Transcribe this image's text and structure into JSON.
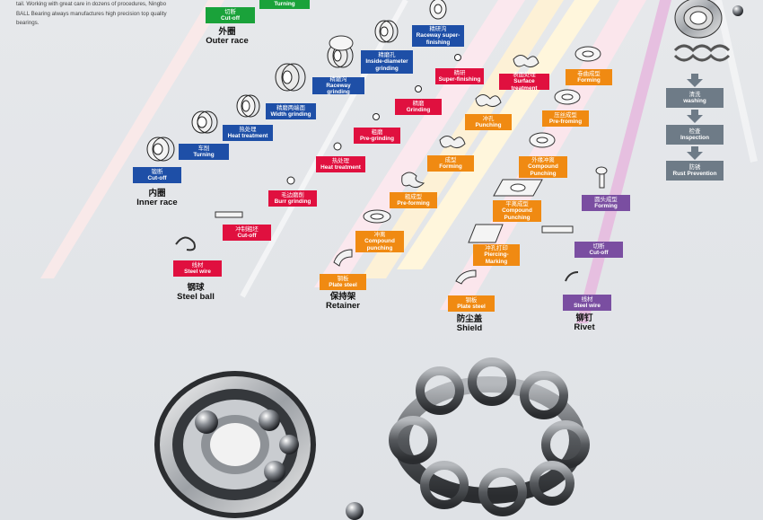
{
  "intro_lines": [
    "tail. Working with great care in dozens of procedures, Ningbo",
    "BALL Bearing always manufactures high precision top quality",
    "bearings."
  ],
  "outer_race": {
    "title_zh": "外圈",
    "title_en": "Outer race",
    "steps": [
      {
        "zh": "切断",
        "en": "Cut-off",
        "color": "green"
      },
      {
        "zh": "",
        "en": "Turning",
        "color": "green"
      }
    ]
  },
  "inner_race": {
    "title_zh": "内圈",
    "title_en": "Inner race",
    "steps": [
      {
        "zh": "锻断",
        "en": "Cut-off",
        "color": "blue"
      },
      {
        "zh": "车削",
        "en": "Turning",
        "color": "blue"
      },
      {
        "zh": "热处理",
        "en": "Heat treatment",
        "color": "blue"
      },
      {
        "zh": "精磨两端面",
        "en": "Width grinding",
        "color": "blue"
      },
      {
        "zh": "精磨沟",
        "en": "Raceway grinding",
        "color": "blue"
      },
      {
        "zh": "精磨孔",
        "en": "Inside-diameter grinding",
        "color": "blue"
      },
      {
        "zh": "精研沟",
        "en": "Raceway super-finishing",
        "color": "blue"
      }
    ]
  },
  "steel_ball": {
    "title_zh": "钢球",
    "title_en": "Steel ball",
    "steps": [
      {
        "zh": "线材",
        "en": "Steel wire",
        "color": "red"
      },
      {
        "zh": "冲制粗坯",
        "en": "Cut-off",
        "color": "red"
      },
      {
        "zh": "毛边磨削",
        "en": "Burr grinding",
        "color": "red"
      },
      {
        "zh": "热处理",
        "en": "Heat treatment",
        "color": "red"
      },
      {
        "zh": "粗磨",
        "en": "Pre-grinding",
        "color": "red"
      },
      {
        "zh": "精磨",
        "en": "Grinding",
        "color": "red"
      },
      {
        "zh": "精研",
        "en": "Super-finishing",
        "color": "red"
      }
    ]
  },
  "retainer": {
    "title_zh": "保持架",
    "title_en": "Retainer",
    "steps": [
      {
        "zh": "钢板",
        "en": "Plate steel",
        "color": "orange"
      },
      {
        "zh": "冲离",
        "en": "Compound punching",
        "color": "orange"
      },
      {
        "zh": "粗成型",
        "en": "Pre-forming",
        "color": "orange"
      },
      {
        "zh": "成型",
        "en": "Forming",
        "color": "orange"
      },
      {
        "zh": "冲孔",
        "en": "Punching",
        "color": "orange"
      },
      {
        "zh": "表面处理",
        "en": "Surface treatment",
        "color": "red"
      }
    ]
  },
  "shield": {
    "title_zh": "防尘盖",
    "title_en": "Shield",
    "steps": [
      {
        "zh": "钢板",
        "en": "Plate steel",
        "color": "orange"
      },
      {
        "zh": "冲孔打印",
        "en": "Piercing-Marking",
        "color": "orange"
      },
      {
        "zh": "平离成型",
        "en": "Compound Punching",
        "color": "orange"
      },
      {
        "zh": "外缘冲离",
        "en": "Compound Punching",
        "color": "orange"
      },
      {
        "zh": "压丝成型",
        "en": "Pre-froming",
        "color": "orange"
      },
      {
        "zh": "卷曲成型",
        "en": "Forming",
        "color": "orange"
      }
    ]
  },
  "rivet": {
    "title_zh": "铆钉",
    "title_en": "Rivet",
    "steps": [
      {
        "zh": "线材",
        "en": "Steel wire",
        "color": "purple"
      },
      {
        "zh": "切断",
        "en": "Cut-off",
        "color": "purple"
      },
      {
        "zh": "圆头成型",
        "en": "Forming",
        "color": "purple"
      }
    ]
  },
  "final_steps": [
    {
      "zh": "清洗",
      "en": "washing"
    },
    {
      "zh": "检查",
      "en": "Inspection"
    },
    {
      "zh": "防锈",
      "en": "Rust Prevention"
    }
  ],
  "colors": {
    "red": "#e0103f",
    "blue": "#1e4fa7",
    "green": "#1aa23a",
    "orange": "#f08a12",
    "purple": "#7a4ea1",
    "grey": "#6e7b87"
  }
}
